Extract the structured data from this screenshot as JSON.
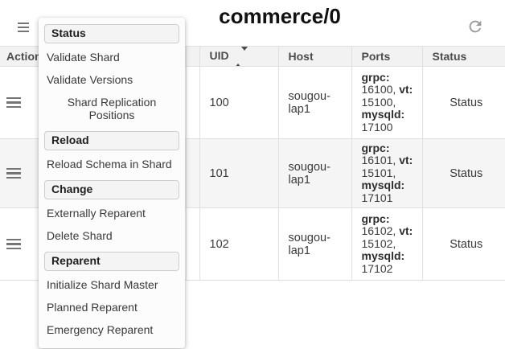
{
  "toolbar": {
    "title": "commerce/0"
  },
  "icons": {
    "hamburger": "menu",
    "refresh": "refresh-circular-arrow",
    "uid_sort": "sort-up-down-triangles",
    "row_actions": "menu"
  },
  "menu": {
    "entries": [
      {
        "type": "header",
        "label": "Status"
      },
      {
        "type": "item",
        "label": "Validate Shard"
      },
      {
        "type": "item",
        "label": "Validate Versions"
      },
      {
        "type": "item",
        "label": "Shard Replication Positions"
      },
      {
        "type": "header",
        "label": "Reload"
      },
      {
        "type": "item",
        "label": "Reload Schema in Shard"
      },
      {
        "type": "header",
        "label": "Change"
      },
      {
        "type": "item",
        "label": "Externally Reparent"
      },
      {
        "type": "item",
        "label": "Delete Shard"
      },
      {
        "type": "header",
        "label": "Reparent"
      },
      {
        "type": "item",
        "label": "Initialize Shard Master"
      },
      {
        "type": "item",
        "label": "Planned Reparent"
      },
      {
        "type": "item",
        "label": "Emergency Reparent"
      }
    ]
  },
  "table": {
    "headers": {
      "actions": "Actions",
      "uid": "UID",
      "host": "Host",
      "ports": "Ports",
      "status": "Status"
    },
    "rows": [
      {
        "uid": "100",
        "host": "sougou-lap1",
        "ports": [
          {
            "label": "grpc:",
            "value": "16100,"
          },
          {
            "label": "vt:",
            "value": "15100,"
          },
          {
            "label": "mysqld:",
            "value": "17100"
          }
        ],
        "status": "Status"
      },
      {
        "uid": "101",
        "host": "sougou-lap1",
        "ports": [
          {
            "label": "grpc:",
            "value": "16101,"
          },
          {
            "label": "vt:",
            "value": "15101,"
          },
          {
            "label": "mysqld:",
            "value": "17101"
          }
        ],
        "status": "Status"
      },
      {
        "uid": "102",
        "host": "sougou-lap1",
        "ports": [
          {
            "label": "grpc:",
            "value": "16102,"
          },
          {
            "label": "vt:",
            "value": "15102,"
          },
          {
            "label": "mysqld:",
            "value": "17102"
          }
        ],
        "status": "Status"
      }
    ]
  },
  "colors": {
    "header_bg": "#f2f2f2",
    "stripe_bg": "#f5f5f5",
    "border": "#e0e0e0",
    "menu_bg": "#fcfcfc",
    "menu_header_bg": "#f4f4f4",
    "icon_gray": "#757575"
  }
}
